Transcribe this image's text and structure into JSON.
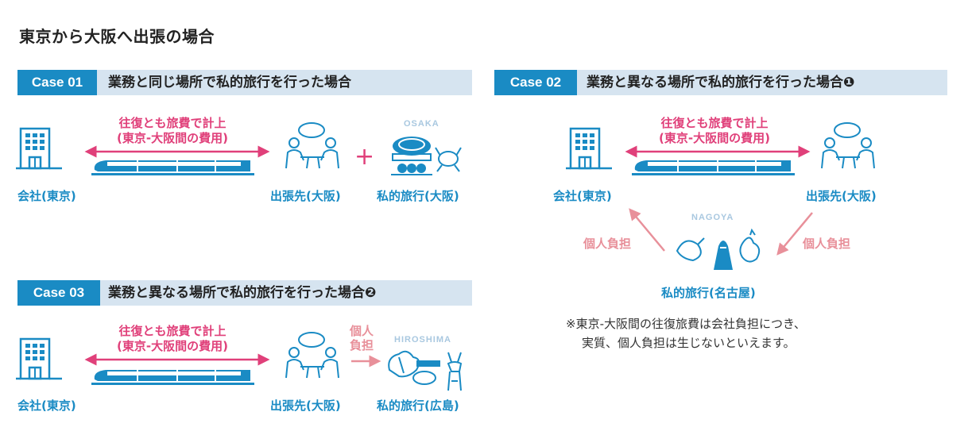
{
  "page_title": "東京から大阪へ出張の場合",
  "colors": {
    "accent": "#1a8bc4",
    "header_bg": "#d6e4f0",
    "pink": "#e0407a",
    "light_pink": "#e8909a"
  },
  "travel_label": [
    "往復とも旅費で計上",
    "(東京-大阪間の費用)"
  ],
  "place_labels": {
    "company": "会社(東京)",
    "trip_osaka": "出張先(大阪)",
    "private_osaka": "私的旅行(大阪)",
    "private_nagoya": "私的旅行(名古屋)",
    "private_hiroshima": "私的旅行(広島)"
  },
  "city_tags": {
    "osaka": "OSAKA",
    "nagoya": "NAGOYA",
    "hiroshima": "HIROSHIMA"
  },
  "case01": {
    "badge": "Case 01",
    "title": "業務と同じ場所で私的旅行を行った場合"
  },
  "case02": {
    "badge": "Case 02",
    "title": "業務と異なる場所で私的旅行を行った場合❶"
  },
  "case03": {
    "badge": "Case 03",
    "title": "業務と異なる場所で私的旅行を行った場合❷"
  },
  "personal_burden": "個人負担",
  "personal_burden_split": [
    "個人",
    "負担"
  ],
  "plus": "+",
  "note_lines": [
    "※東京-大阪間の往復旅費は会社負担につき、",
    "実質、個人負担は生じないといえます。"
  ],
  "icons": [
    "building-icon",
    "bullet-train-icon",
    "meeting-icon",
    "osaka-food-icon",
    "nagoya-food-icon",
    "hiroshima-icon",
    "double-arrow-icon",
    "arrow-icon"
  ]
}
